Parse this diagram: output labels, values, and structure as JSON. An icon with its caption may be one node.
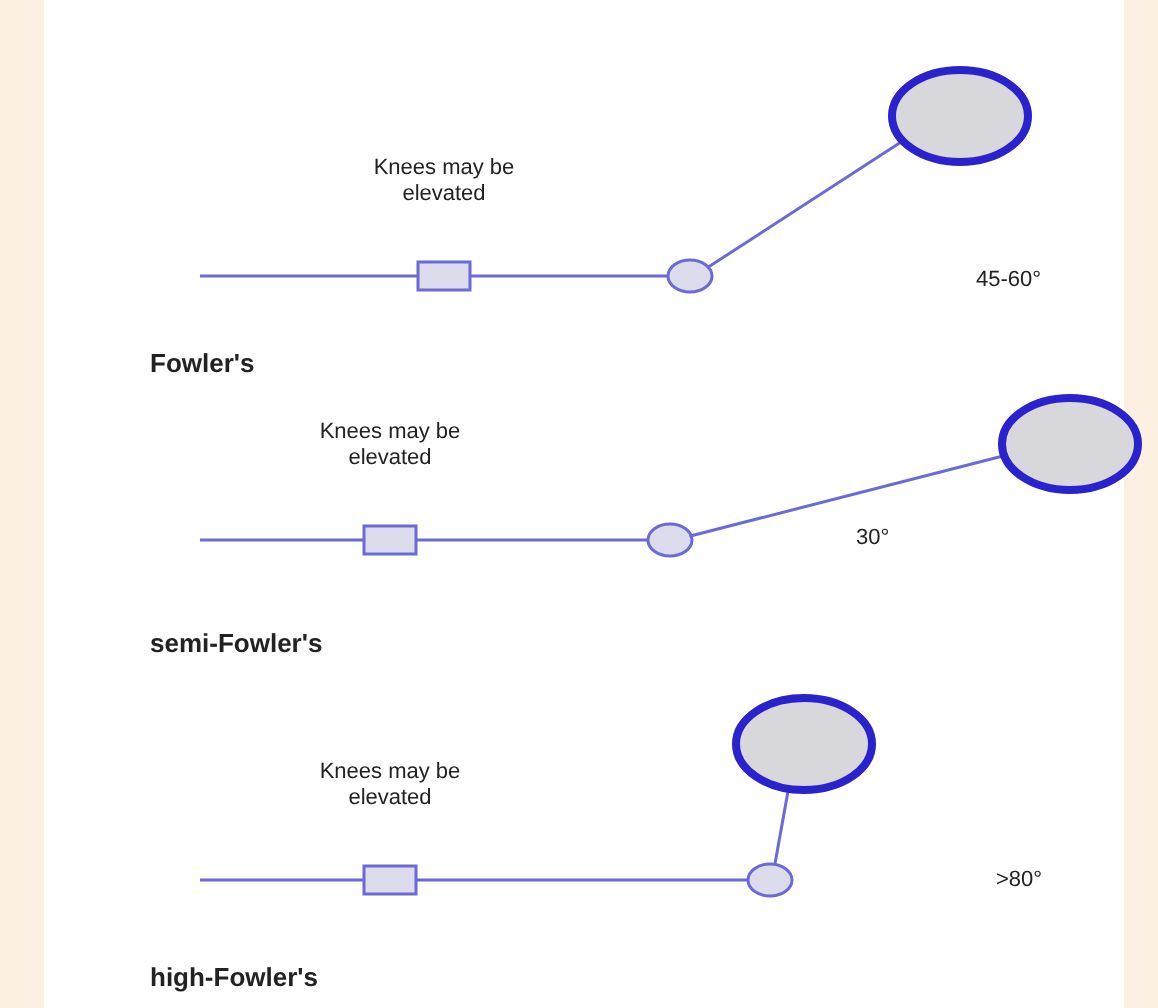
{
  "diagram": {
    "labels": [
      "Knees may be elevated",
      "45-60°",
      "Fowler's",
      "Knees may be elevated",
      "30°",
      "semi-Fowler's",
      "Knees may be elevated",
      ">80°",
      "high-Fowler's"
    ]
  }
}
